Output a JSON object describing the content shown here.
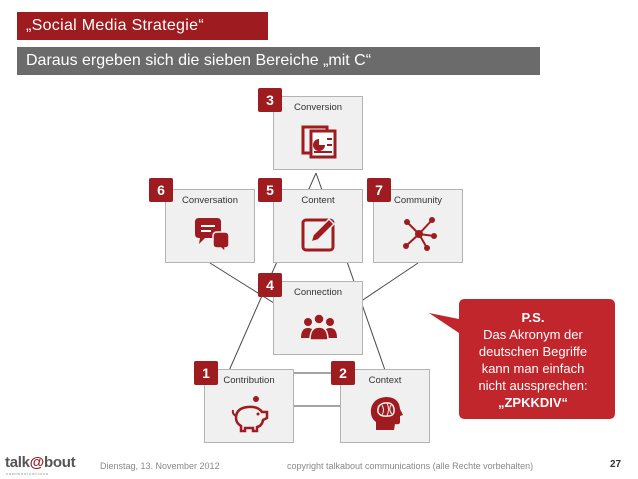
{
  "header": {
    "title": "„Social Media Strategie“",
    "subtitle": "Daraus ergeben sich die sieben Bereiche „mit C“"
  },
  "areas": [
    {
      "number": "3",
      "label": "Conversion",
      "icon": "presentation-icon"
    },
    {
      "number": "6",
      "label": "Conversation",
      "icon": "speech-bubbles-icon"
    },
    {
      "number": "5",
      "label": "Content",
      "icon": "pencil-edit-icon"
    },
    {
      "number": "7",
      "label": "Community",
      "icon": "network-icon"
    },
    {
      "number": "4",
      "label": "Connection",
      "icon": "people-group-icon"
    },
    {
      "number": "1",
      "label": "Contribution",
      "icon": "piggy-bank-icon"
    },
    {
      "number": "2",
      "label": "Context",
      "icon": "brain-head-icon"
    }
  ],
  "note": {
    "ps": "P.S.",
    "line1": "Das Akronym der",
    "line2": "deutschen Begriffe",
    "line3": "kann man einfach",
    "line4": "nicht aussprechen:",
    "acronym": "„ZPKKDIV“"
  },
  "footer": {
    "logo_main": "talk",
    "logo_at": "@",
    "logo_end": "bout",
    "logo_sub": "communications",
    "date": "Dienstag, 13. November 2012",
    "copyright": "copyright talkabout communications (alle Rechte vorbehalten)",
    "page": "27"
  },
  "colors": {
    "accent": "#9e1b1f",
    "subtitle_bg": "#6b6b6b",
    "box_bg": "#f0f0f0"
  }
}
